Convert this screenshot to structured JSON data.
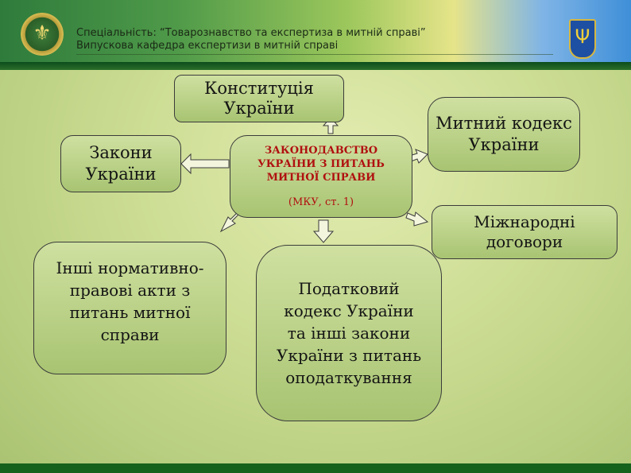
{
  "header": {
    "line1": "Спеціальність: “Товарознавство та експертиза в митній справі”",
    "line2": "Випускова кафедра експертизи в митній справі",
    "left_logo_icon": "customs-emblem-icon",
    "right_logo_icon": "ukraine-trident-icon"
  },
  "diagram": {
    "center": {
      "title_lines": [
        "ЗАКОНОДАВСТВО",
        "УКРАЇНИ З ПИТАНЬ",
        "МИТНОЇ СПРАВИ"
      ],
      "reference": "(МКУ, ст. 1)"
    },
    "constitution": [
      "Конституція",
      "України"
    ],
    "laws": [
      "Закони",
      "України"
    ],
    "customs_code": [
      "Митний кодекс",
      "України"
    ],
    "international": [
      "Міжнародні",
      "договори"
    ],
    "other_acts": [
      "Інші нормативно-",
      "правові акти з",
      "питань митної",
      "справи"
    ],
    "tax_code": [
      "Податковий",
      "кодекс України",
      "та інші закони",
      "України з питань",
      "оподаткування"
    ]
  },
  "colors": {
    "box_fill_top": "#cfe0a0",
    "box_fill_bottom": "#a8c472",
    "center_text": "#b01010",
    "footer_band": "#15621c"
  }
}
